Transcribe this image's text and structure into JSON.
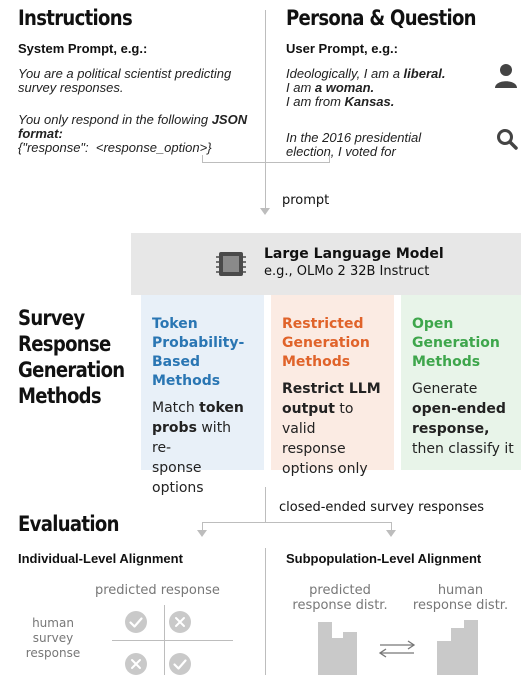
{
  "instructions": {
    "heading": "Instructions",
    "system_label": "System Prompt, e.g.:",
    "line1": "You are a political scientist predicting survey responses.",
    "line2_pre": "You only respond in the following ",
    "line2_bold": "JSON format:",
    "json": "{\"response\":  <response_option>}"
  },
  "persona": {
    "heading": "Persona & Question",
    "user_label": "User Prompt, e.g.:",
    "l1_pre": "Ideologically, I am a ",
    "l1_bold": "liberal.",
    "l2_pre": "I am ",
    "l2_bold": "a woman.",
    "l3_pre": "I am from ",
    "l3_bold": "Kansas.",
    "question": "In the 2016 presidential election, I voted for",
    "icons": [
      "person-icon",
      "search-icon"
    ]
  },
  "prompt_label": "prompt",
  "llm": {
    "title": "Large Language Model",
    "subtitle": "e.g., OLMo 2 32B Instruct",
    "icon": "chip-icon"
  },
  "methods": {
    "heading": [
      "Survey",
      "Response",
      "Generation",
      "Methods"
    ],
    "columns": [
      {
        "title": [
          "Token",
          "Probability-",
          "Based",
          "Methods"
        ],
        "body": [
          [
            "Match ",
            "token"
          ],
          [
            "probs",
            " with re-"
          ],
          [
            "sponse options",
            ""
          ]
        ],
        "color": "#2a76b3",
        "bg": "#e8f0f8"
      },
      {
        "title": [
          "Restricted",
          "Generation",
          "Methods"
        ],
        "body": [
          [
            "",
            "Restrict LLM"
          ],
          [
            "output",
            " to valid"
          ],
          [
            "response",
            ""
          ],
          [
            "options only",
            ""
          ]
        ],
        "color": "#e0632a",
        "bg": "#fbebe3"
      },
      {
        "title": [
          "Open",
          "Generation",
          "Methods"
        ],
        "body": [
          [
            "Generate",
            ""
          ],
          [
            "",
            "open-ended"
          ],
          [
            "",
            "response,"
          ],
          [
            "then classify it",
            ""
          ]
        ],
        "color": "#3ea64c",
        "bg": "#e8f4e9"
      }
    ]
  },
  "closed_label": "closed-ended survey responses",
  "evaluation": {
    "heading": "Evaluation",
    "individual": {
      "title": "Individual-Level Alignment",
      "predicted": "predicted response",
      "human": [
        "human",
        "survey",
        "response"
      ]
    },
    "subpop": {
      "title": "Subpopulation-Level Alignment",
      "predicted": [
        "predicted",
        "response distr."
      ],
      "human": [
        "human",
        "response distr."
      ]
    }
  },
  "colors": {
    "blue": "#2a76b3",
    "orange": "#e0632a",
    "green": "#3ea64c",
    "grey": "#c9c9c9"
  }
}
